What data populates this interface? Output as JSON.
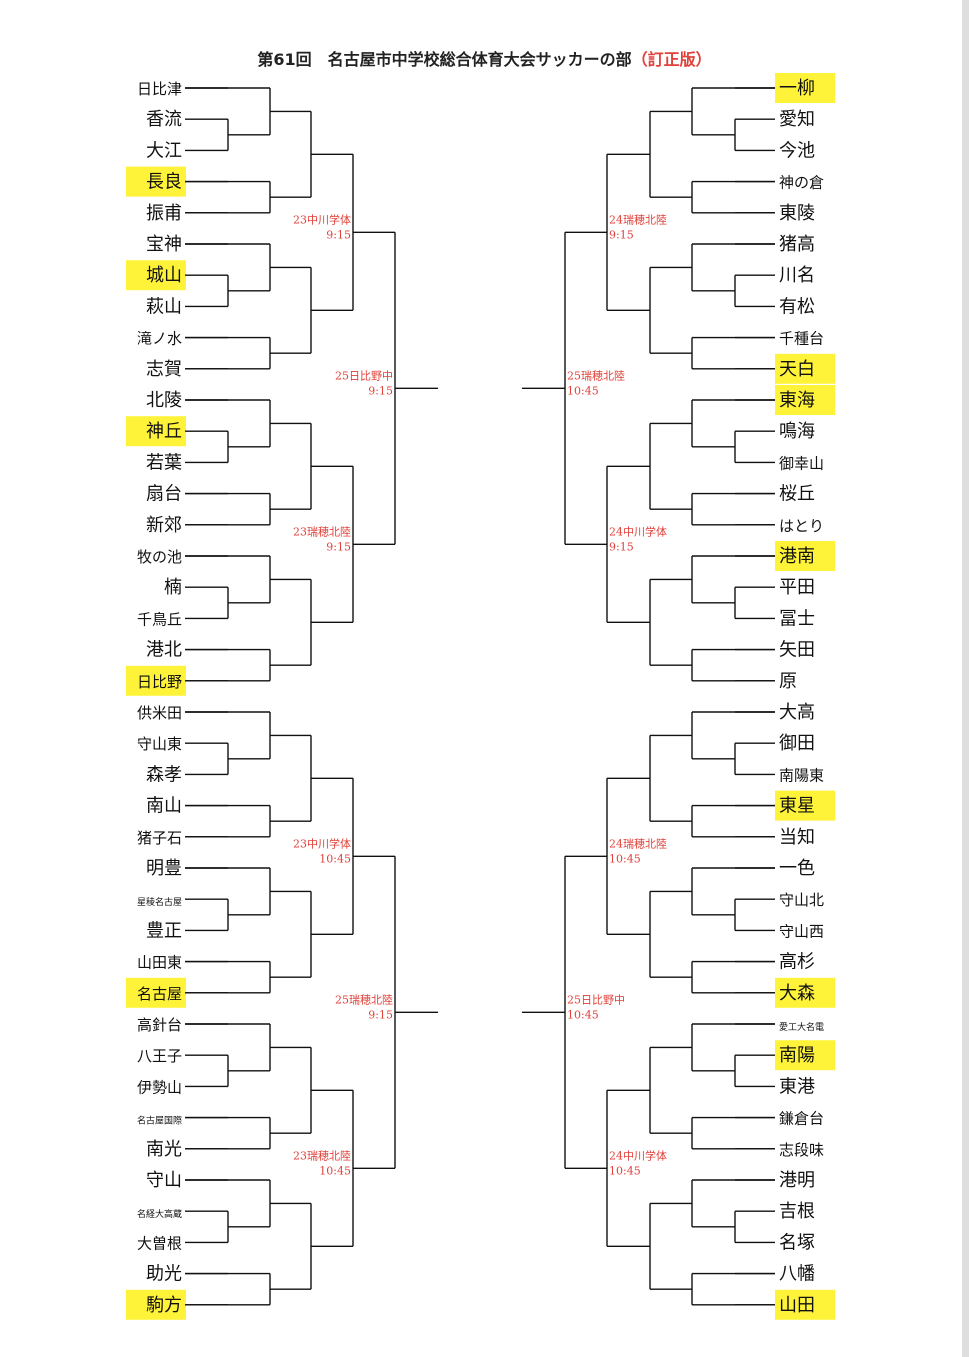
{
  "title": {
    "main": "第61回　名古屋市中学校総合体育大会サッカーの部",
    "note": "（訂正版）"
  },
  "colors": {
    "highlight": "#fff33a",
    "line": "#111111",
    "info": "#e0413a",
    "title_note": "#e0413a"
  },
  "left_teams": [
    "日比津",
    "香流",
    "大江",
    "長良",
    "振甫",
    "宝神",
    "城山",
    "萩山",
    "滝ノ水",
    "志賀",
    "北陵",
    "神丘",
    "若葉",
    "扇台",
    "新郊",
    "牧の池",
    "楠",
    "千鳥丘",
    "港北",
    "日比野",
    "供米田",
    "守山東",
    "森孝",
    "南山",
    "猪子石",
    "明豊",
    "星稜名古屋",
    "豊正",
    "山田東",
    "名古屋",
    "高針台",
    "八王子",
    "伊勢山",
    "名古屋国際",
    "南光",
    "守山",
    "名経大高蔵",
    "大曽根",
    "助光",
    "駒方"
  ],
  "right_teams": [
    "一柳",
    "愛知",
    "今池",
    "神の倉",
    "東陵",
    "猪高",
    "川名",
    "有松",
    "千種台",
    "天白",
    "東海",
    "鳴海",
    "御幸山",
    "桜丘",
    "はとり",
    "港南",
    "平田",
    "冨士",
    "矢田",
    "原",
    "大高",
    "御田",
    "南陽東",
    "東星",
    "当知",
    "一色",
    "守山北",
    "守山西",
    "高杉",
    "大森",
    "愛工大名電",
    "南陽",
    "東港",
    "鎌倉台",
    "志段味",
    "港明",
    "吉根",
    "名塚",
    "八幡",
    "山田"
  ],
  "left_highlight": [
    "長良",
    "城山",
    "神丘",
    "日比野",
    "名古屋",
    "駒方"
  ],
  "right_highlight": [
    "一柳",
    "天白",
    "東海",
    "港南",
    "東星",
    "大森",
    "南陽",
    "山田"
  ],
  "left_info": [
    {
      "venue": "23中川学体",
      "time": "9:15"
    },
    {
      "venue": "23瑞穂北陸",
      "time": "9:15"
    },
    {
      "venue": "23中川学体",
      "time": "10:45"
    },
    {
      "venue": "23瑞穂北陸",
      "time": "10:45"
    }
  ],
  "left_semi_info": [
    {
      "venue": "25日比野中",
      "time": "9:15"
    },
    {
      "venue": "25瑞穂北陸",
      "time": "9:15"
    }
  ],
  "right_info": [
    {
      "venue": "24瑞穂北陸",
      "time": "9:15"
    },
    {
      "venue": "24中川学体",
      "time": "9:15"
    },
    {
      "venue": "24瑞穂北陸",
      "time": "10:45"
    },
    {
      "venue": "24中川学体",
      "time": "10:45"
    }
  ],
  "right_semi_info": [
    {
      "venue": "25瑞穂北陸",
      "time": "10:45"
    },
    {
      "venue": "25日比野中",
      "time": "10:45"
    }
  ]
}
